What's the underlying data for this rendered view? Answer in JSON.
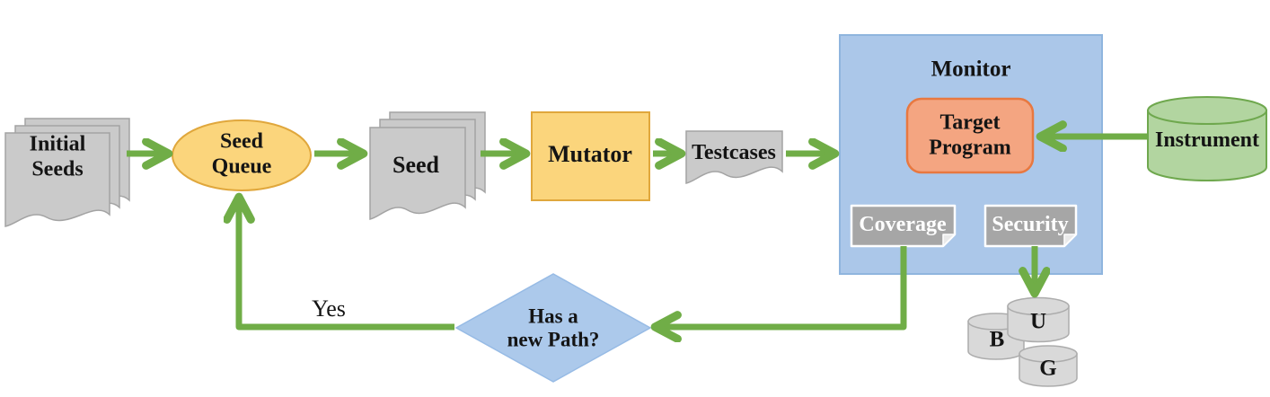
{
  "colors": {
    "arrow": "#70AD47",
    "doc-fill": "#CACACA",
    "doc-stroke": "#A3A3A3",
    "gold-fill": "#FBD57C",
    "gold-stroke": "#E0A73C",
    "monitor-fill": "#ABC7E9",
    "monitor-stroke": "#8FB5DE",
    "diamond-fill": "#ACC9EB",
    "diamond-stroke": "#97BBE5",
    "target-fill": "#F4A581",
    "target-stroke": "#E87840",
    "instrument-fill": "#B2D5A0",
    "instrument-stroke": "#6FA84E",
    "tag-fill": "#A6A6A6",
    "tag-stroke": "#FFFFFF",
    "tag-fold": "#EAEAEA",
    "cyl-fill": "#D9D9D9",
    "cyl-stroke": "#ACACAC",
    "text": "#141414",
    "tag-text": "#FFFFFF"
  },
  "nodes": {
    "initial_seeds": {
      "label": "Initial\nSeeds"
    },
    "seed_queue": {
      "label": "Seed\nQueue"
    },
    "seed": {
      "label": "Seed"
    },
    "mutator": {
      "label": "Mutator"
    },
    "testcases": {
      "label": "Testcases"
    },
    "monitor": {
      "label": "Monitor"
    },
    "target_program": {
      "label": "Target\nProgram"
    },
    "instrument": {
      "label": "Instrument"
    },
    "coverage": {
      "label": "Coverage"
    },
    "security": {
      "label": "Security"
    },
    "decision": {
      "label": "Has a\nnew Path?"
    },
    "bug_cylinders": [
      {
        "label": "B"
      },
      {
        "label": "U"
      },
      {
        "label": "G"
      }
    ]
  },
  "edges": {
    "yes_label": "Yes"
  }
}
